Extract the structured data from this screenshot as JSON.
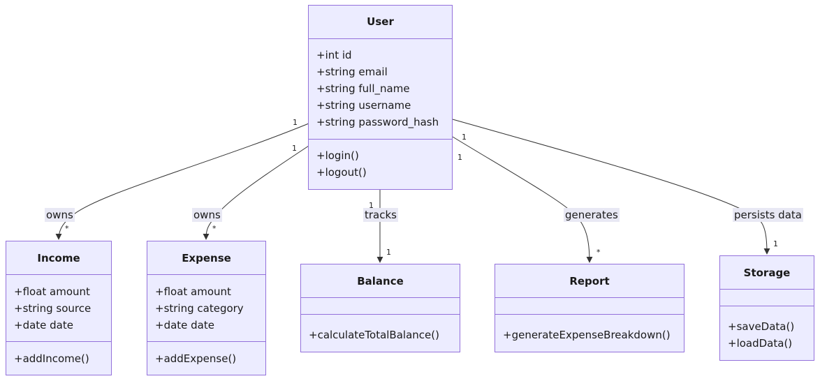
{
  "classes": {
    "user": {
      "name": "User",
      "attributes": [
        "+int id",
        "+string email",
        "+string full_name",
        "+string username",
        "+string password_hash"
      ],
      "methods": [
        "+login()",
        "+logout()"
      ]
    },
    "income": {
      "name": "Income",
      "attributes": [
        "+float amount",
        "+string source",
        "+date date"
      ],
      "methods": [
        "+addIncome()"
      ]
    },
    "expense": {
      "name": "Expense",
      "attributes": [
        "+float amount",
        "+string category",
        "+date date"
      ],
      "methods": [
        "+addExpense()"
      ]
    },
    "balance": {
      "name": "Balance",
      "attributes": [],
      "methods": [
        "+calculateTotalBalance()"
      ]
    },
    "report": {
      "name": "Report",
      "attributes": [],
      "methods": [
        "+generateExpenseBreakdown()"
      ]
    },
    "storage": {
      "name": "Storage",
      "attributes": [],
      "methods": [
        "+saveData()",
        "+loadData()"
      ]
    }
  },
  "relations": {
    "income": {
      "label": "owns",
      "from_mult": "1",
      "to_mult": "*"
    },
    "expense": {
      "label": "owns",
      "from_mult": "1",
      "to_mult": "*"
    },
    "balance": {
      "label": "tracks",
      "from_mult": "1",
      "to_mult": "1"
    },
    "report": {
      "label": "generates",
      "from_mult": "1",
      "to_mult": "*"
    },
    "storage": {
      "label": "persists data",
      "from_mult": "1",
      "to_mult": "1"
    }
  },
  "colors": {
    "box_fill": "#ECECFF",
    "box_border": "#9370DB",
    "edge": "#333333",
    "label_bg": "#E8E8F4"
  }
}
